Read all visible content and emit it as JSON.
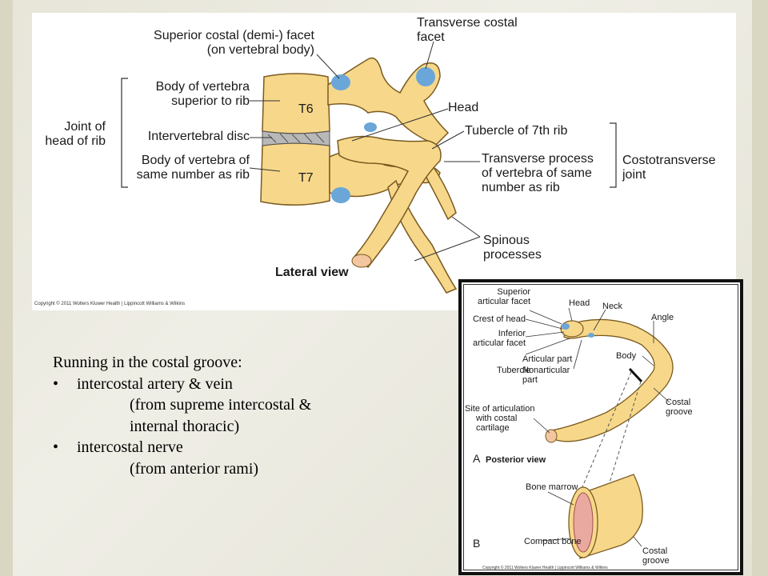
{
  "top_figure": {
    "labels": {
      "superior_costal_facet": "Superior costal (demi-) facet",
      "on_vertebral_body": "(on vertebral body)",
      "transverse_costal_facet_1": "Transverse costal",
      "transverse_costal_facet_2": "facet",
      "body_superior_1": "Body of vertebra",
      "body_superior_2": "superior to rib",
      "joint_head_1": "Joint of",
      "joint_head_2": "head of rib",
      "intervertebral_disc": "Intervertebral disc",
      "body_same_1": "Body of vertebra of",
      "body_same_2": "same number as rib",
      "head": "Head",
      "tubercle": "Tubercle of 7th rib",
      "transverse_process_1": "Transverse process",
      "transverse_process_2": "of vertebra of same",
      "transverse_process_3": "number as rib",
      "costotransverse_1": "Costotransverse",
      "costotransverse_2": "joint",
      "spinous_1": "Spinous",
      "spinous_2": "processes",
      "t6": "T6",
      "t7": "T7",
      "lateral_view": "Lateral view",
      "copyright": "Copyright © 2011 Wolters Kluwer Health | Lippincott Williams & Wilkins"
    },
    "colors": {
      "bone": "#f7d88a",
      "bone_stroke": "#7a5a20",
      "facet": "#6aa7d8",
      "disc": "#9a9a9a"
    }
  },
  "text": {
    "heading": "Running in the costal groove:",
    "bullet": "•",
    "item1": "intercostal artery & vein",
    "item1_sub1": "(from supreme intercostal &",
    "item1_sub2": "internal thoracic)",
    "item2": "intercostal nerve",
    "item2_sub1": "(from anterior rami)"
  },
  "rib_figure": {
    "labels": {
      "superior_articular_1": "Superior",
      "superior_articular_2": "articular facet",
      "head": "Head",
      "neck": "Neck",
      "angle": "Angle",
      "crest": "Crest of head",
      "inferior_1": "Inferior",
      "inferior_2": "articular facet",
      "articular_part": "Articular part",
      "nonarticular_1": "Nonarticular",
      "nonarticular_2": "part",
      "tubercle": "Tubercle",
      "body": "Body",
      "costal_groove_1": "Costal",
      "costal_groove_2": "groove",
      "site_1": "Site of articulation",
      "site_2": "with costal",
      "site_3": "cartilage",
      "a": "A",
      "posterior_view": "Posterior view",
      "bone_marrow": "Bone marrow",
      "compact_bone": "Compact bone",
      "b": "B",
      "costal_groove_b1": "Costal",
      "costal_groove_b2": "groove",
      "copyright": "Copyright © 2011 Wolters Kluwer Health | Lippincott Williams & Wilkins"
    }
  }
}
